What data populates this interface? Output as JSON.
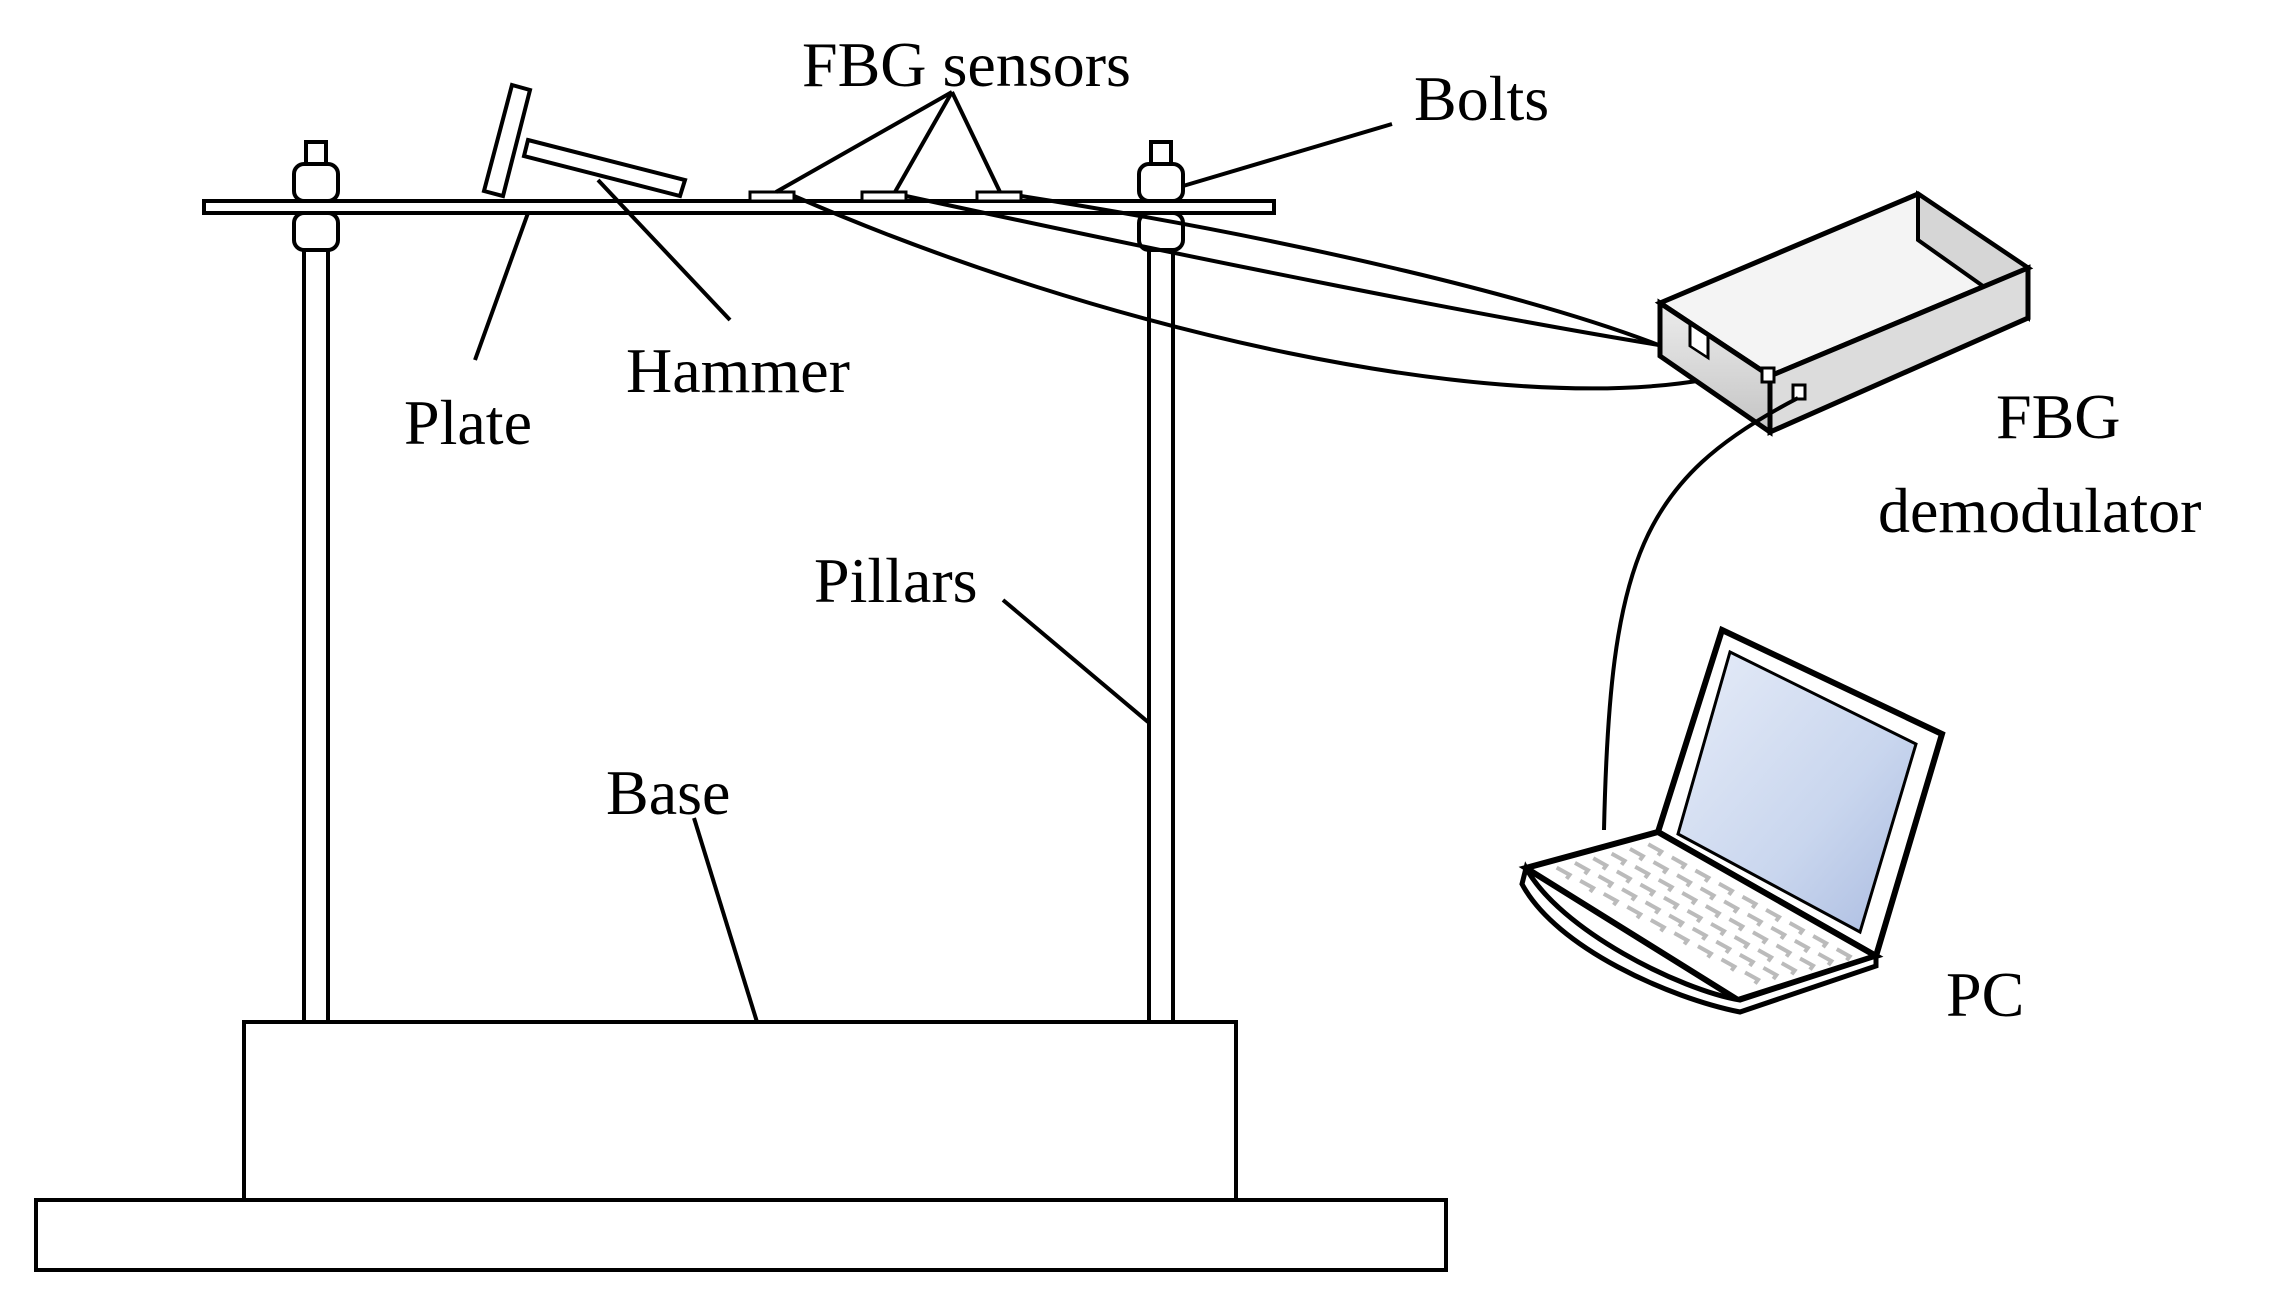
{
  "labels": {
    "fbg_sensors": "FBG sensors",
    "bolts": "Bolts",
    "hammer": "Hammer",
    "plate": "Plate",
    "fbg_demodulator_line1": "FBG",
    "fbg_demodulator_line2": "demodulator",
    "pillars": "Pillars",
    "base": "Base",
    "pc": "PC"
  },
  "colors": {
    "ink": "#000000",
    "background": "#ffffff",
    "screen": "#c9d6ee",
    "device_top": "#f3f3f3",
    "device_side": "#d9d9d9",
    "keyboard_keys": "#bbbbbb"
  }
}
